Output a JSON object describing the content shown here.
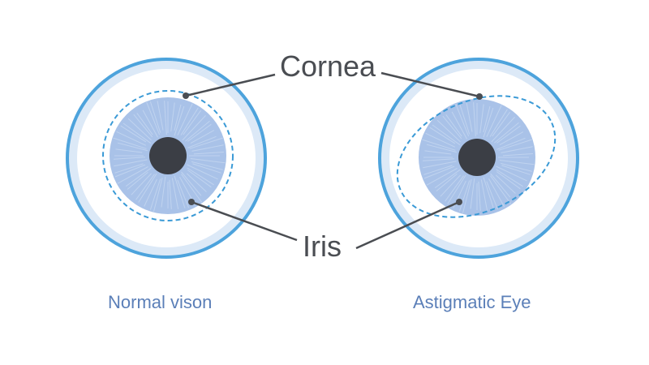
{
  "labels": {
    "cornea": "Cornea",
    "iris": "Iris"
  },
  "captions": {
    "left": "Normal vison",
    "right": "Astigmatic Eye"
  },
  "colors": {
    "outer_ring": "#4da3dc",
    "sclera_fill": "#ffffff",
    "sclera_tint": "#dce9f7",
    "iris": "#a9c2e8",
    "iris_fiber": "#c6d8f1",
    "pupil": "#3b3e45",
    "cornea_dash": "#3a9ad6",
    "leader": "#4a4d52",
    "caption": "#5b7fb8"
  }
}
